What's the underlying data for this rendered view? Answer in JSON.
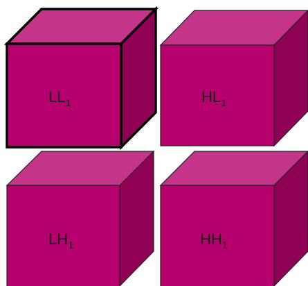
{
  "colors": {
    "front": "#B5006E",
    "top": "#C43589",
    "side": "#900055",
    "edge_normal": "#222222",
    "edge_selected": "#000000"
  },
  "cubes": [
    {
      "id": "ll1",
      "label_main": "LL",
      "label_sub": "1",
      "selected": true
    },
    {
      "id": "hl1",
      "label_main": "HL",
      "label_sub": "1",
      "selected": false
    },
    {
      "id": "lh1",
      "label_main": "LH",
      "label_sub": "1",
      "selected": false
    },
    {
      "id": "hh1",
      "label_main": "HH",
      "label_sub": "1",
      "selected": false
    }
  ]
}
